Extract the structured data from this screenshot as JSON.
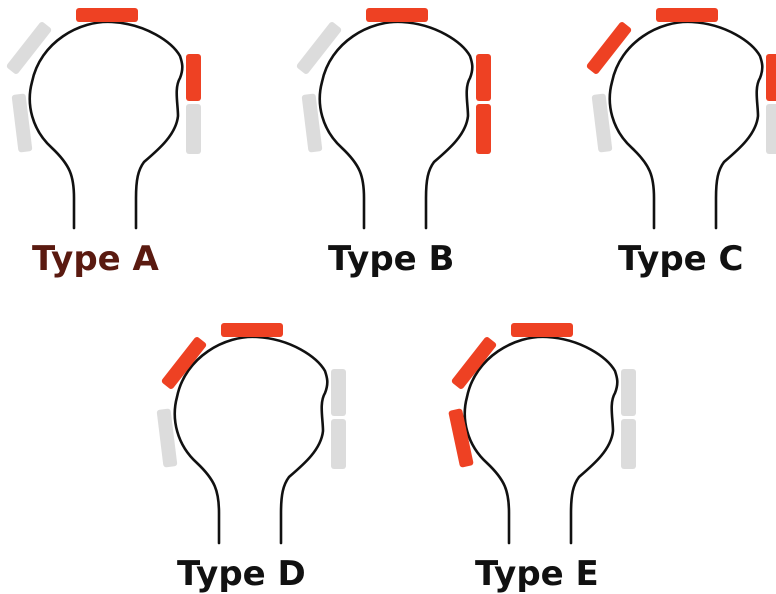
{
  "colors": {
    "active": "#ee4123",
    "inactive": "#dcdcdc",
    "outline": "#111111",
    "label_default": "#111111",
    "label_highlight": "#5a1a10"
  },
  "panels": [
    {
      "id": "a",
      "label": "Type A",
      "label_color": "#5a1a10",
      "segments": {
        "superior": "active",
        "anterosuperior": "inactive",
        "anteroinferior": "inactive",
        "posterosuperior": "active",
        "posteroinferior": "inactive"
      }
    },
    {
      "id": "b",
      "label": "Type B",
      "label_color": "#111111",
      "segments": {
        "superior": "active",
        "anterosuperior": "inactive",
        "anteroinferior": "inactive",
        "posterosuperior": "active",
        "posteroinferior": "active"
      }
    },
    {
      "id": "c",
      "label": "Type C",
      "label_color": "#111111",
      "segments": {
        "superior": "active",
        "anterosuperior": "active",
        "anteroinferior": "inactive",
        "posterosuperior": "active",
        "posteroinferior": "inactive"
      }
    },
    {
      "id": "d",
      "label": "Type D",
      "label_color": "#111111",
      "segments": {
        "superior": "active",
        "anterosuperior": "active",
        "anteroinferior": "inactive",
        "posterosuperior": "inactive",
        "posteroinferior": "inactive"
      }
    },
    {
      "id": "e",
      "label": "Type E",
      "label_color": "#111111",
      "segments": {
        "superior": "active",
        "anterosuperior": "active",
        "anteroinferior": "active",
        "posterosuperior": "inactive",
        "posteroinferior": "inactive"
      }
    }
  ]
}
